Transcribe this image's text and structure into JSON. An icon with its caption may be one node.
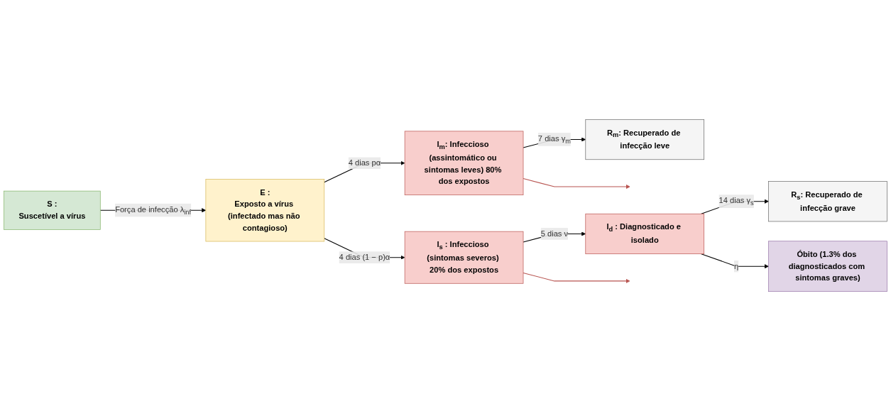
{
  "diagram": {
    "nodes": [
      {
        "text": [
          "S :",
          "Suscetível a vírus"
        ]
      },
      {
        "text": [
          "E :",
          "Exposto a vírus (infectado mas não contagioso)"
        ]
      },
      {
        "text": [
          "I$_{m}$: Infeccioso (assintomático ou sintomas leves) 80% dos expostos"
        ]
      },
      {
        "text": [
          "R$_{m}$: Recuperado de infecção leve"
        ]
      },
      {
        "text": [
          "I$_{s}$ : Infeccioso (sintomas severos) 20% dos expostos"
        ]
      },
      {
        "text": [
          "I$_{d}$ : Diagnosticado e isolado"
        ]
      },
      {
        "text": [
          "R$_{s}$: Recuperado de infecção grave"
        ]
      },
      {
        "text": [
          "Óbito (1.3% dos diagnosticados com sintomas graves)"
        ]
      }
    ],
    "edges": [
      {
        "from": 0,
        "to": 1,
        "arrow": "to",
        "label": "Força de infecção λ$_{inf}$"
      },
      {
        "from": 1,
        "to": 2,
        "arrow": "to",
        "label": "4 dias pα"
      },
      {
        "from": 1,
        "to": 4,
        "arrow": "to",
        "label": "4 dias (1 − p)α"
      },
      {
        "from": 2,
        "to": 3,
        "arrow": "to",
        "label": "7 dias γ$_{m}$"
      },
      {
        "from": 4,
        "to": 5,
        "arrow": "to",
        "label": "5 dias ν"
      },
      {
        "from": 5,
        "to": 6,
        "arrow": "to",
        "label": "14 dias γ$_{s}$"
      },
      {
        "from": 5,
        "to": 7,
        "arrow": "to",
        "label": "η"
      },
      {
        "from": 2,
        "to": null,
        "arrow": "to",
        "color": "#b85450"
      },
      {
        "from": 4,
        "to": null,
        "arrow": "to",
        "color": "#b85450"
      }
    ]
  }
}
